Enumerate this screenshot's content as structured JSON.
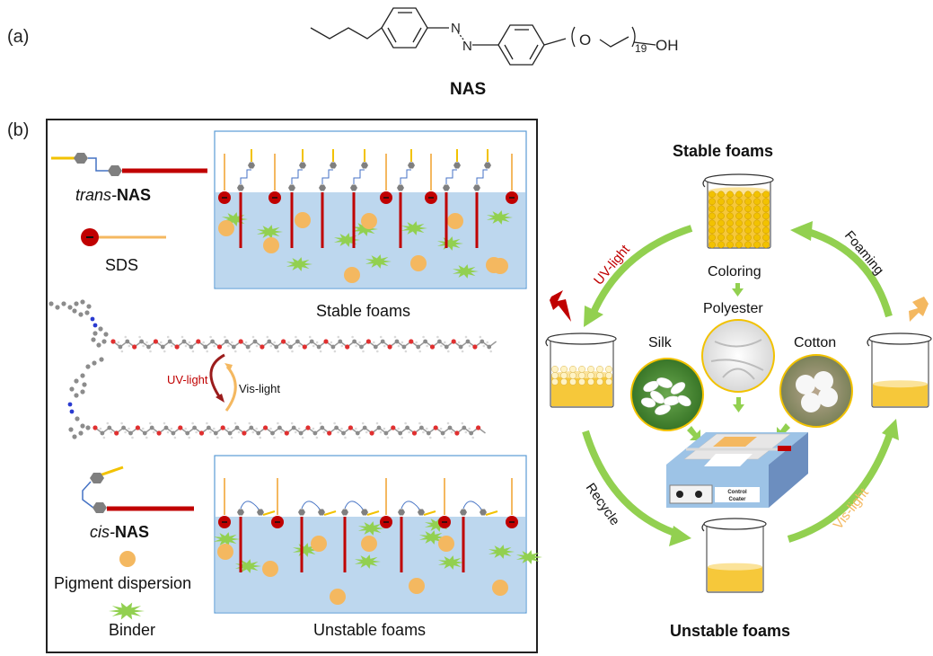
{
  "panel_a": {
    "label": "(a)",
    "molecule_name": "NAS",
    "structure": {
      "oxygen_label": "O",
      "repeat_count": "19",
      "terminal_group": "OH",
      "nitrogen_label": "N"
    }
  },
  "panel_b": {
    "label": "(b)",
    "legend": {
      "trans_prefix": "trans-",
      "trans_bold": "NAS",
      "sds": "SDS",
      "cis_prefix": "cis-",
      "cis_bold": "NAS",
      "pigment": "Pigment dispersion",
      "binder": "Binder"
    },
    "top_scene_caption": "Stable foams",
    "bottom_scene_caption": "Unstable foams",
    "isomerization": {
      "forward": "UV-light",
      "reverse": "Vis-light"
    },
    "colors": {
      "nas_tail": "#c00000",
      "sds_tail": "#f4b860",
      "linker": "#4472c4",
      "ring": "#7f7f7f",
      "water": "#bdd7ee",
      "pigment": "#f4b860",
      "binder": "#92d050",
      "uv": "#c00000"
    }
  },
  "cycle": {
    "top_title": "Stable foams",
    "bottom_title": "Unstable foams",
    "arrows": {
      "uv": "UV-light",
      "foaming": "Foaming",
      "recycle": "Recycle",
      "vis": "Vis-light"
    },
    "center": {
      "coloring": "Coloring",
      "polyester": "Polyester",
      "silk": "Silk",
      "cotton": "Cotton",
      "coater_line1": "Control",
      "coater_line2": "Coater"
    },
    "colors": {
      "arrow": "#92d050",
      "uv_text": "#c00000",
      "vis_text": "#f4b860",
      "foam": "#f2c200",
      "frame_ring": "#f2c200"
    }
  }
}
